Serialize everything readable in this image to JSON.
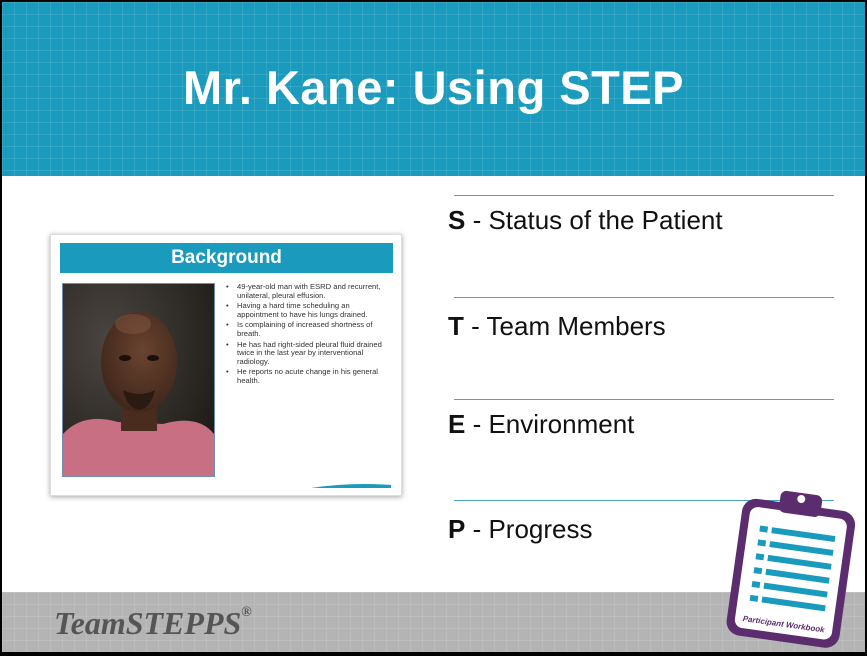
{
  "slide": {
    "title": "Mr. Kane: Using STEP",
    "thumbnail": {
      "title": "Background",
      "bullets": [
        "49-year-old man with ESRD and recurrent, unilateral, pleural effusion.",
        "Having a hard time scheduling an appointment to have his lungs drained.",
        "Is complaining of increased shortness of breath.",
        "He has had right-sided pleural fluid drained twice in the last year by interventional radiology.",
        "He reports no acute change in his general health."
      ]
    },
    "step_items": [
      {
        "letter": "S",
        "text": " - Status of the Patient"
      },
      {
        "letter": "T",
        "text": " - Team Members"
      },
      {
        "letter": "E",
        "text": " - Environment"
      },
      {
        "letter": "P",
        "text": " - Progress"
      }
    ],
    "footer": {
      "brand": "TeamSTEPPS",
      "brand_mark": "®",
      "workbook_label": "Participant Workbook"
    },
    "colors": {
      "header": "#1a9bbd",
      "footer": "#b4b4b4",
      "divider": "#4ba4c0",
      "workbook_purple": "#5b2d6e"
    },
    "icons": [
      "clipboard-workbook-icon",
      "swoosh-decoration-icon"
    ]
  }
}
